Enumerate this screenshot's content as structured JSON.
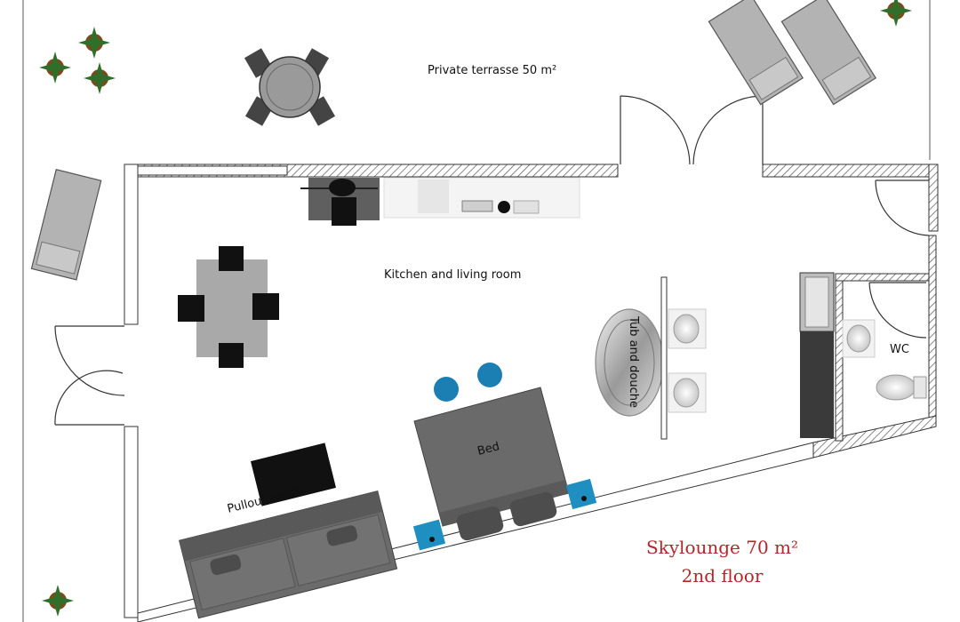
{
  "labels": {
    "terrace": "Private terrasse 50 m²",
    "kitchen_living": "Kitchen and living room",
    "tub": "Tub and douche",
    "bed": "Bed",
    "couch": "Pullout couch",
    "wc": "WC"
  },
  "title": {
    "line1": "Skylounge 70 m²",
    "line2": "2nd floor"
  },
  "colors": {
    "wall": "#ffffff",
    "hatch": "#555555",
    "furniture_dark": "#5f5f5f",
    "furniture_black": "#111111",
    "table_gray": "#a9a9a9",
    "accent_blue": "#1b7fb3",
    "nightstand_blue": "#1f8fc2",
    "plant_green": "#2f6f2a",
    "title_red": "#b3262a"
  }
}
